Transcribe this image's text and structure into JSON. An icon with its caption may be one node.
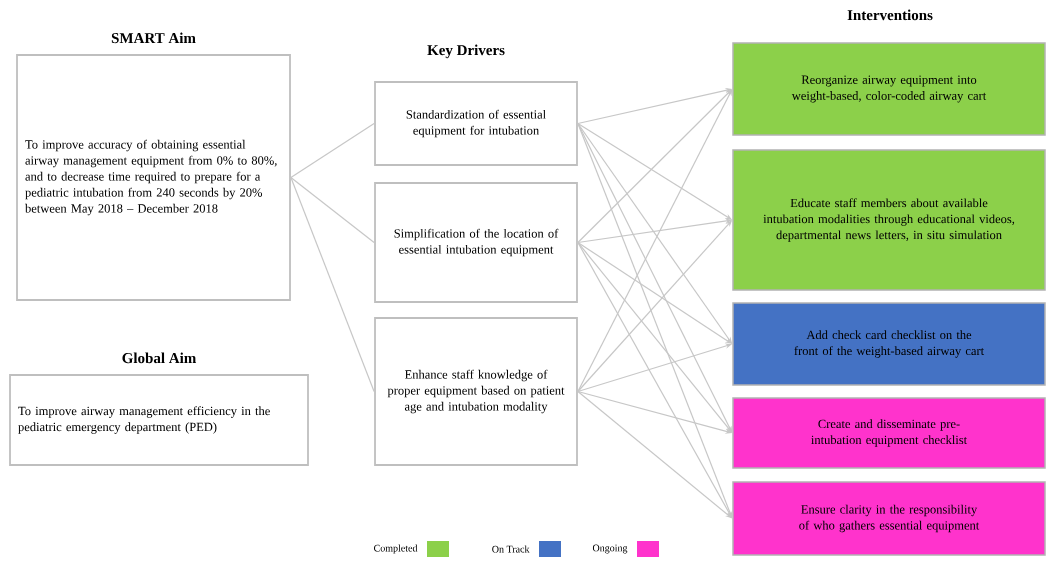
{
  "diagram": {
    "nodes": [
      {
        "text": [
          "SMART Aim",
          "To improve accuracy of obtaining essential airway management equipment from 0% to 80%, and to decrease time required to prepare for a pediatric intubation from 240 seconds by 20% between May 2018 – December 2018"
        ]
      },
      {
        "text": [
          "Global Aim",
          "To improve airway management efficiency in the pediatric emergency department (PED)"
        ]
      },
      {
        "text": [
          "Standardization of essential equipment for intubation"
        ]
      },
      {
        "text": [
          "Simplification of the location of essential intubation equipment"
        ]
      },
      {
        "text": [
          "Enhance staff knowledge of proper equipment based on patient age and intubation modality"
        ]
      },
      {
        "text": [
          "Reorganize airway equipment into weight-based, color-coded airway cart"
        ]
      },
      {
        "text": [
          "Educate staff members about available intubation modalities through educational videos, departmental news letters, in situ simulation"
        ]
      },
      {
        "text": [
          "Add check card checklist on the front of the weight-based airway cart"
        ]
      },
      {
        "text": [
          "Create and disseminate pre-intubation equipment checklist"
        ]
      },
      {
        "text": [
          "Ensure clarity in the responsibility of who gathers essential equipment"
        ]
      }
    ],
    "edges": [
      {
        "from": 0,
        "to": 2,
        "arrow": "none"
      },
      {
        "from": 0,
        "to": 3,
        "arrow": "none"
      },
      {
        "from": 0,
        "to": 4,
        "arrow": "none"
      },
      {
        "from": 2,
        "to": 5,
        "arrow": "to"
      },
      {
        "from": 2,
        "to": 6,
        "arrow": "to"
      },
      {
        "from": 2,
        "to": 7,
        "arrow": "to"
      },
      {
        "from": 2,
        "to": 8,
        "arrow": "to"
      },
      {
        "from": 2,
        "to": 9,
        "arrow": "to"
      },
      {
        "from": 3,
        "to": 5,
        "arrow": "to"
      },
      {
        "from": 3,
        "to": 6,
        "arrow": "to"
      },
      {
        "from": 3,
        "to": 7,
        "arrow": "to"
      },
      {
        "from": 3,
        "to": 8,
        "arrow": "to"
      },
      {
        "from": 3,
        "to": 9,
        "arrow": "to"
      },
      {
        "from": 4,
        "to": 5,
        "arrow": "to"
      },
      {
        "from": 4,
        "to": 6,
        "arrow": "to"
      },
      {
        "from": 4,
        "to": 7,
        "arrow": "to"
      },
      {
        "from": 4,
        "to": 8,
        "arrow": "to"
      },
      {
        "from": 4,
        "to": 9,
        "arrow": "to"
      }
    ],
    "labels": [
      "Key Drivers",
      "Interventions"
    ],
    "legend": [
      {
        "text": "Completed",
        "color": "#8cd04a"
      },
      {
        "text": "On Track",
        "color": "#4472c4"
      },
      {
        "text": "Ongoing",
        "color": "#ff33cc"
      }
    ]
  }
}
